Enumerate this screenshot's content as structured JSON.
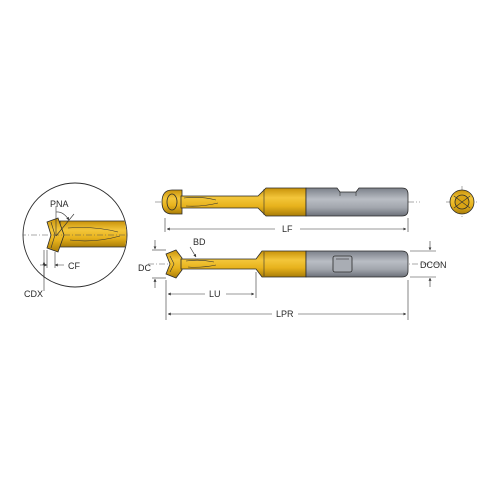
{
  "labels": {
    "pna": "PNA",
    "cf": "CF",
    "cdx": "CDX",
    "lf": "LF",
    "bd": "BD",
    "dc": "DC",
    "lu": "LU",
    "lpr": "LPR",
    "dcon": "DCON"
  },
  "colors": {
    "coating": "#e7b21c",
    "coating_dark": "#b98a0c",
    "steel": "#9fa3ab",
    "steel_dark": "#6e737c",
    "background": "#ffffff",
    "line": "#2b2b2b"
  }
}
